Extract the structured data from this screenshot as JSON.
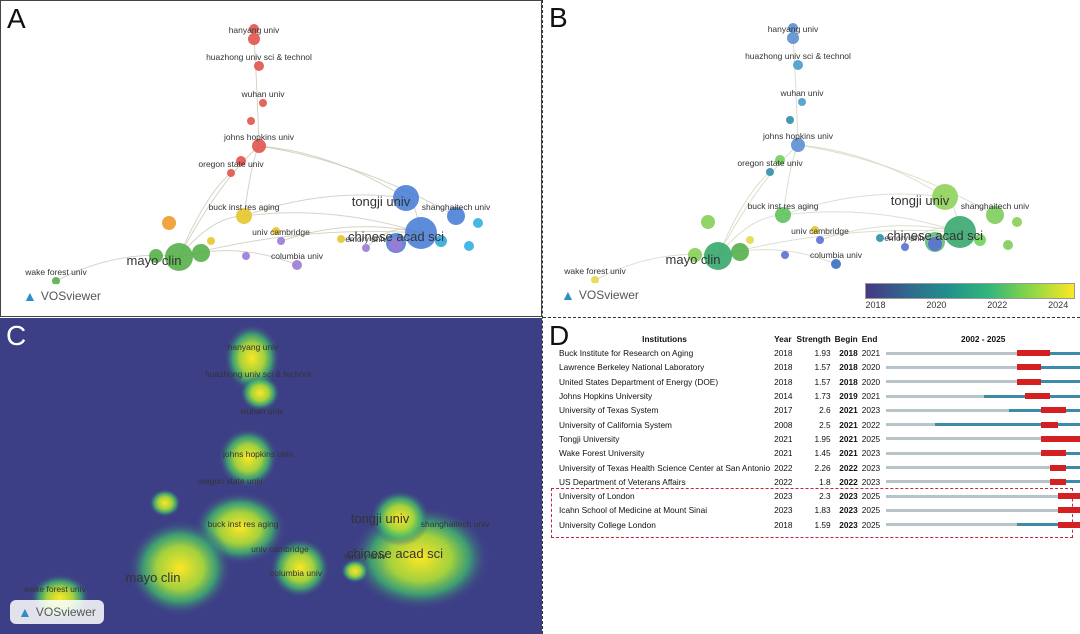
{
  "panels": {
    "a": "A",
    "b": "B",
    "c": "C",
    "d": "D"
  },
  "badge_label": "VOSviewer",
  "network_labels": [
    "hanyang univ",
    "huazhong univ sci & technol",
    "wuhan univ",
    "johns hopkins univ",
    "oregon state univ",
    "tongji univ",
    "shanghaitech univ",
    "buck inst res aging",
    "chinese acad sci",
    "univ cambridge",
    "mayo clin",
    "emory univ",
    "columbia univ",
    "wake forest univ"
  ],
  "colorbar": {
    "ticks": [
      "2018",
      "2020",
      "2022",
      "2024"
    ]
  },
  "table": {
    "headers": {
      "institutions": "Institutions",
      "year": "Year",
      "strength": "Strength",
      "begin": "Begin",
      "end": "End",
      "range": "2002 - 2025"
    }
  },
  "chart_data": {
    "type": "table",
    "range": [
      2002,
      2025
    ],
    "rows": [
      {
        "institution": "Buck Institute for Research on Aging",
        "year": 2018,
        "strength": "1.93",
        "begin": 2018,
        "end": 2021
      },
      {
        "institution": "Lawrence Berkeley National Laboratory",
        "year": 2018,
        "strength": "1.57",
        "begin": 2018,
        "end": 2020
      },
      {
        "institution": "United States Department of Energy (DOE)",
        "year": 2018,
        "strength": "1.57",
        "begin": 2018,
        "end": 2020
      },
      {
        "institution": "Johns Hopkins University",
        "year": 2014,
        "strength": "1.73",
        "begin": 2019,
        "end": 2021
      },
      {
        "institution": "University of Texas System",
        "year": 2017,
        "strength": "2.6",
        "begin": 2021,
        "end": 2023
      },
      {
        "institution": "University of California System",
        "year": 2008,
        "strength": "2.5",
        "begin": 2021,
        "end": 2022
      },
      {
        "institution": "Tongji University",
        "year": 2021,
        "strength": "1.95",
        "begin": 2021,
        "end": 2025
      },
      {
        "institution": "Wake Forest University",
        "year": 2021,
        "strength": "1.45",
        "begin": 2021,
        "end": 2023
      },
      {
        "institution": "University of Texas Health Science Center at San Antonio",
        "year": 2022,
        "strength": "2.26",
        "begin": 2022,
        "end": 2023
      },
      {
        "institution": "US Department of Veterans Affairs",
        "year": 2022,
        "strength": "1.8",
        "begin": 2022,
        "end": 2023
      },
      {
        "institution": "University of London",
        "year": 2023,
        "strength": "2.3",
        "begin": 2023,
        "end": 2025
      },
      {
        "institution": "Icahn School of Medicine at Mount Sinai",
        "year": 2023,
        "strength": "1.83",
        "begin": 2023,
        "end": 2025
      },
      {
        "institution": "University College London",
        "year": 2018,
        "strength": "1.59",
        "begin": 2023,
        "end": 2025
      }
    ]
  }
}
